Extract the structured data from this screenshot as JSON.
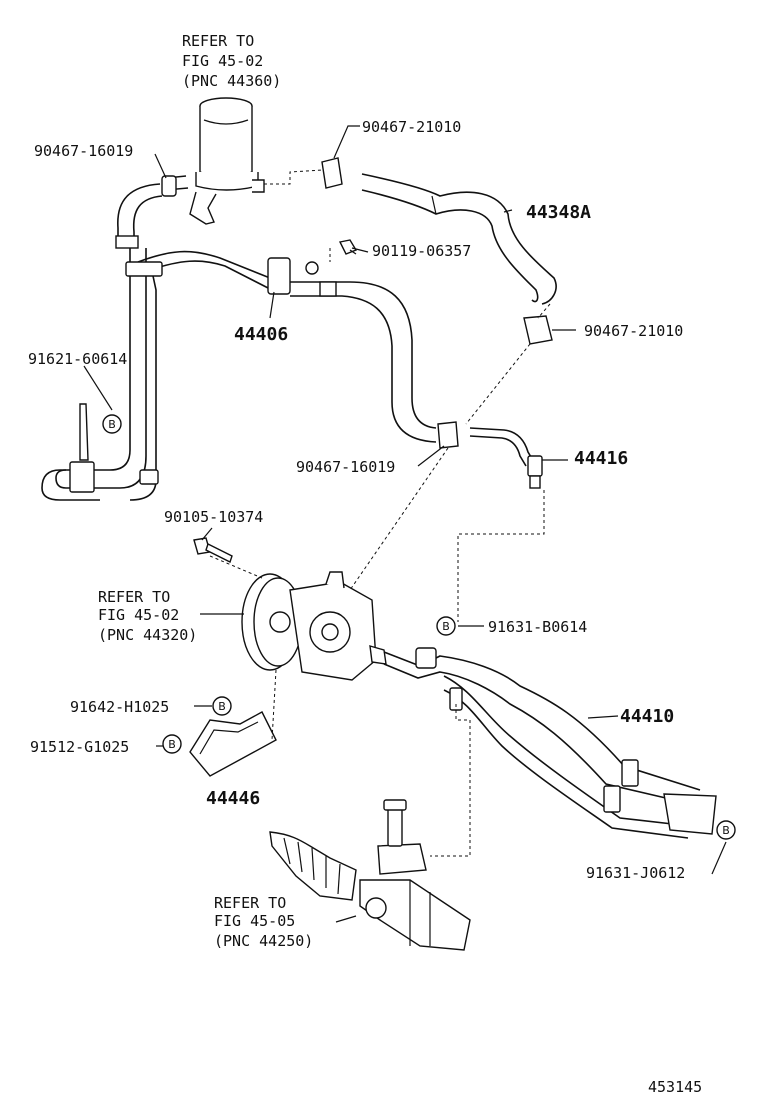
{
  "diagram_id": "453145",
  "callout_symbol": "B",
  "references": [
    {
      "id": "ref-reservoir",
      "lines": [
        "REFER TO",
        "FIG 45-02",
        "(PNC 44360)"
      ]
    },
    {
      "id": "ref-pump",
      "lines": [
        "REFER TO",
        "FIG 45-02",
        "(PNC 44320)"
      ]
    },
    {
      "id": "ref-gear",
      "lines": [
        "REFER TO",
        "FIG 45-05",
        "(PNC 44250)"
      ]
    }
  ],
  "parts": {
    "clamp_upper_left": "90467-16019",
    "clamp_upper_right": "90467-21010",
    "hose_return": "44348A",
    "bolt_upper": "90119-06357",
    "clamp_mid_right": "90467-21010",
    "pipe_return": "44406",
    "clip_left": "91621-60614",
    "clamp_mid": "90467-16019",
    "pipe_short": "44416",
    "bolt_pump": "90105-10374",
    "bolt_b0614": "91631-B0614",
    "hose_pressure": "44410",
    "bolt_h1025": "91642-H1025",
    "bolt_g1025": "91512-G1025",
    "bracket": "44446",
    "bolt_j0612": "91631-J0612"
  }
}
